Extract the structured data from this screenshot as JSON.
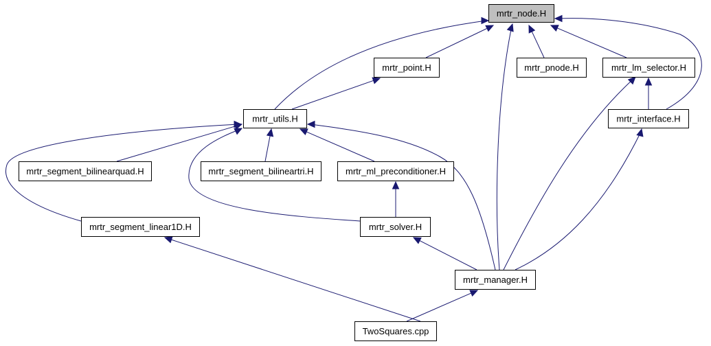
{
  "diagram": {
    "colors": {
      "edge": "#191970",
      "node_fill": "#ffffff",
      "root_fill": "#bfbfbf",
      "border": "#000000",
      "background": "#ffffff"
    },
    "nodes": [
      {
        "id": "mrtr_node",
        "label": "mrtr_node.H",
        "root": true
      },
      {
        "id": "mrtr_point",
        "label": "mrtr_point.H"
      },
      {
        "id": "mrtr_pnode",
        "label": "mrtr_pnode.H"
      },
      {
        "id": "mrtr_lm_selector",
        "label": "mrtr_lm_selector.H"
      },
      {
        "id": "mrtr_utils",
        "label": "mrtr_utils.H"
      },
      {
        "id": "mrtr_interface",
        "label": "mrtr_interface.H"
      },
      {
        "id": "mrtr_segment_bilinearquad",
        "label": "mrtr_segment_bilinearquad.H"
      },
      {
        "id": "mrtr_segment_bilineartri",
        "label": "mrtr_segment_bilineartri.H"
      },
      {
        "id": "mrtr_ml_preconditioner",
        "label": "mrtr_ml_preconditioner.H"
      },
      {
        "id": "mrtr_segment_linear1D",
        "label": "mrtr_segment_linear1D.H"
      },
      {
        "id": "mrtr_solver",
        "label": "mrtr_solver.H"
      },
      {
        "id": "mrtr_manager",
        "label": "mrtr_manager.H"
      },
      {
        "id": "TwoSquares",
        "label": "TwoSquares.cpp"
      }
    ],
    "edges": [
      {
        "from": "mrtr_point",
        "to": "mrtr_node"
      },
      {
        "from": "mrtr_utils",
        "to": "mrtr_node"
      },
      {
        "from": "mrtr_manager",
        "to": "mrtr_node"
      },
      {
        "from": "mrtr_pnode",
        "to": "mrtr_node"
      },
      {
        "from": "mrtr_lm_selector",
        "to": "mrtr_node"
      },
      {
        "from": "mrtr_interface",
        "to": "mrtr_node"
      },
      {
        "from": "mrtr_utils",
        "to": "mrtr_point"
      },
      {
        "from": "mrtr_segment_bilinearquad",
        "to": "mrtr_utils"
      },
      {
        "from": "mrtr_segment_linear1D",
        "to": "mrtr_utils"
      },
      {
        "from": "mrtr_solver",
        "to": "mrtr_utils"
      },
      {
        "from": "mrtr_segment_bilineartri",
        "to": "mrtr_utils"
      },
      {
        "from": "mrtr_ml_preconditioner",
        "to": "mrtr_utils"
      },
      {
        "from": "mrtr_manager",
        "to": "mrtr_utils"
      },
      {
        "from": "mrtr_interface",
        "to": "mrtr_lm_selector"
      },
      {
        "from": "mrtr_manager",
        "to": "mrtr_lm_selector"
      },
      {
        "from": "mrtr_solver",
        "to": "mrtr_ml_preconditioner"
      },
      {
        "from": "mrtr_manager",
        "to": "mrtr_interface"
      },
      {
        "from": "mrtr_manager",
        "to": "mrtr_solver"
      },
      {
        "from": "TwoSquares",
        "to": "mrtr_segment_linear1D"
      },
      {
        "from": "TwoSquares",
        "to": "mrtr_manager"
      }
    ]
  }
}
